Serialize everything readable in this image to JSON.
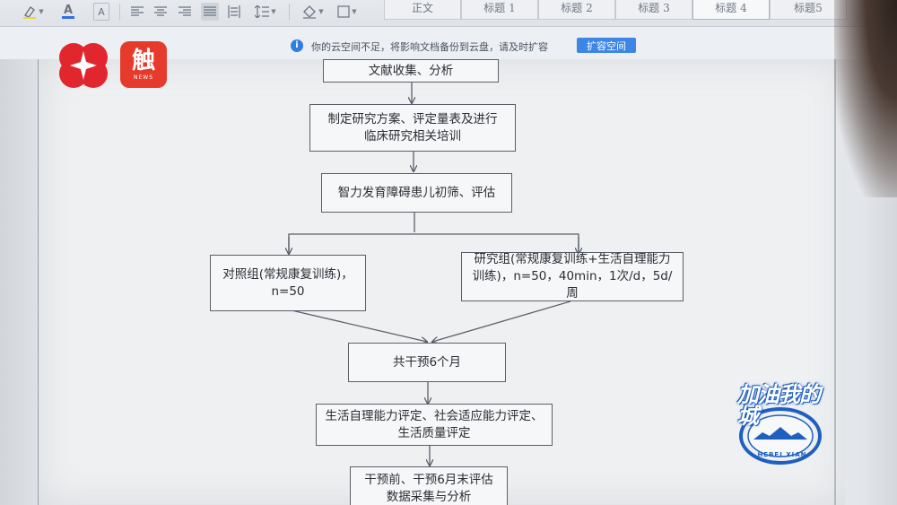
{
  "toolbar": {
    "font_color_glyph": "A",
    "clear_format_glyph": "A",
    "styles": [
      "正文",
      "标题 1",
      "标题 2",
      "标题 3",
      "标题 4",
      "标题5"
    ]
  },
  "notice": {
    "info_glyph": "i",
    "text": "你的云空间不足，将影响文档备份到云盘，请及时扩容",
    "button_label": "扩容空间"
  },
  "logos": {
    "chu_glyph": "触",
    "chu_sub": "NEWS"
  },
  "flowchart": {
    "step0": "文献收集、分析",
    "step1": "制定研究方案、评定量表及进行\n临床研究相关培训",
    "step2": "智力发育障碍患儿初筛、评估",
    "control": "对照组(常规康复训练)，\nn=50",
    "study": "研究组(常规康复训练+生活自理能力\n训练)，n=50，40min，1次/d，5d/周",
    "intervention": "共干预6个月",
    "evaluation": "生活自理能力评定、社会适应能力评定、\n生活质量评定",
    "analysis": "干预前、干预6月末评估\n数据采集与分析"
  },
  "watermark": {
    "title": "加油我的城",
    "subtitle": "HEBEI XIAN"
  },
  "colors": {
    "accent": "#3d86e6",
    "logo_red": "#e63a2c",
    "watermark_blue": "#1f5fc0"
  }
}
